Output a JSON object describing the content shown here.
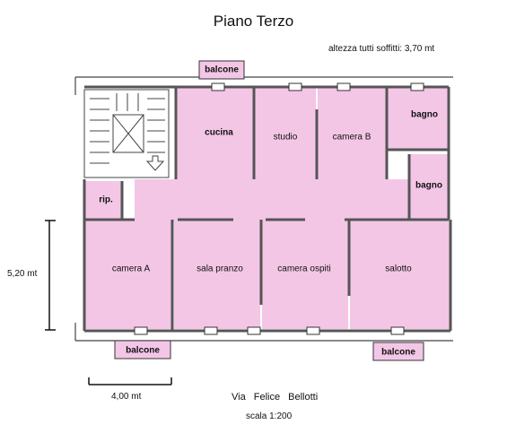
{
  "title": "Piano Terzo",
  "height_note": "altezza tutti soffitti: 3,70 mt",
  "rooms": {
    "cucina": "cucina",
    "studio": "studio",
    "camera_b": "camera B",
    "bagno_1": "bagno",
    "bagno_2": "bagno",
    "rip": "rip.",
    "camera_a": "camera A",
    "sala_pranzo": "sala pranzo",
    "camera_ospiti": "camera ospiti",
    "salotto": "salotto"
  },
  "balconies": {
    "top": "balcone",
    "bottom_left": "balcone",
    "bottom_right": "balcone"
  },
  "dimensions": {
    "vertical": "5,20 mt",
    "horizontal": "4,00 mt"
  },
  "street": "Via Felice Bellotti",
  "scale": "scala 1:200",
  "colors": {
    "floor": "#f3c6e6",
    "wall": "#555555",
    "line": "#333333"
  }
}
